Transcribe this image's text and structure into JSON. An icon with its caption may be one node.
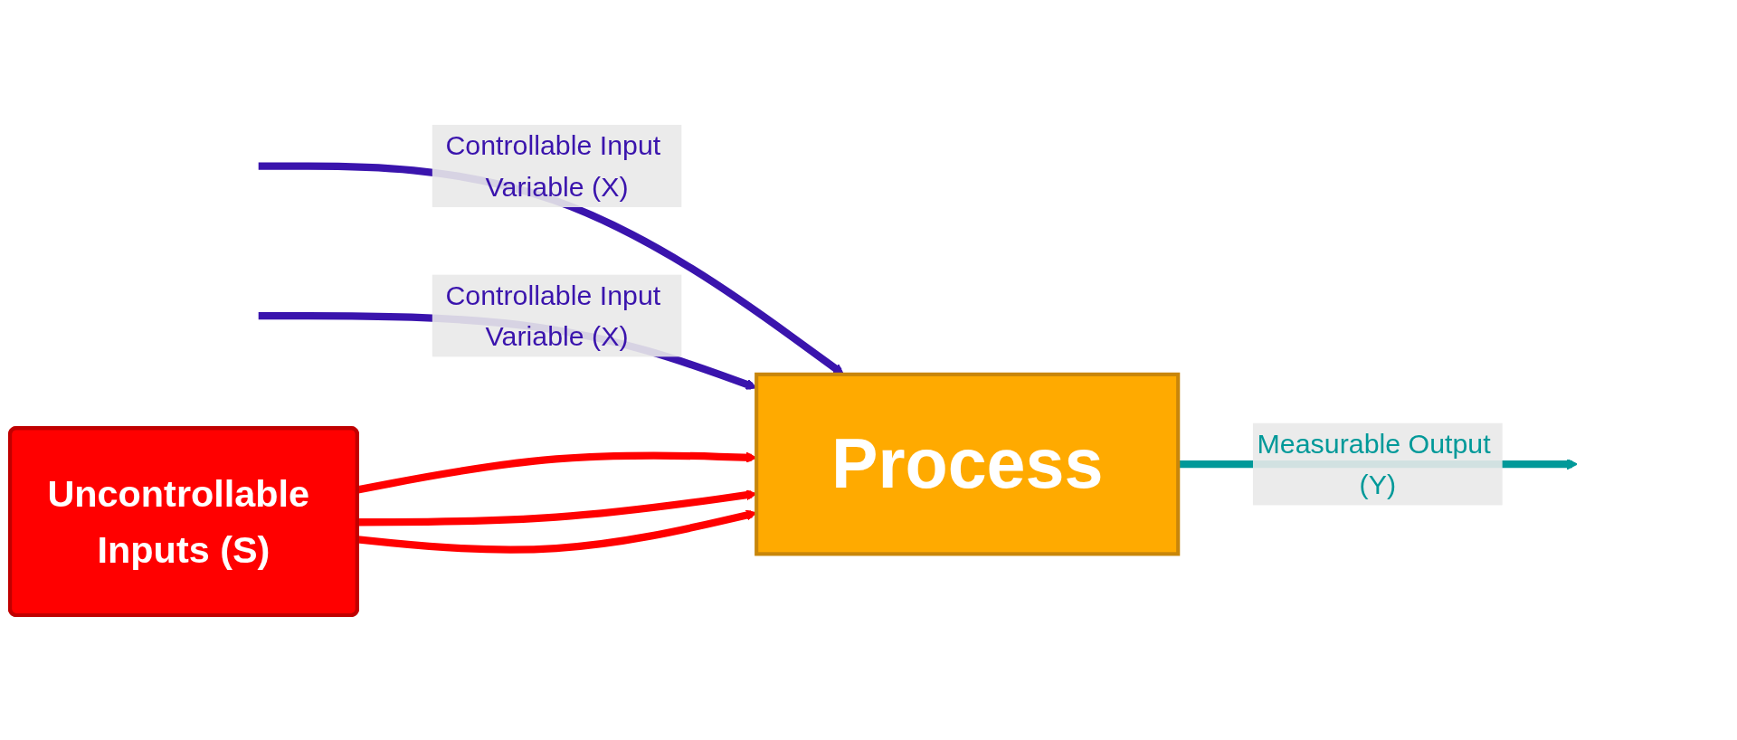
{
  "diagram": {
    "nodes": [
      {
        "text": [
          "Process"
        ]
      },
      {
        "text": [
          "Uncontrollable Inputs (S)"
        ]
      }
    ],
    "edges": [
      {
        "from": null,
        "to": 0,
        "arrow": "to",
        "label": "Controllable Input Variable (X)",
        "color": "#3a14ad"
      },
      {
        "from": null,
        "to": 0,
        "arrow": "to",
        "label": "Controllable Input Variable (X)",
        "color": "#3a14ad"
      },
      {
        "from": 0,
        "to": null,
        "arrow": "to",
        "label": "Measurable Output (Y)",
        "color": "#009999"
      },
      {
        "from": 1,
        "to": 0,
        "arrow": "to",
        "color": "#ff0000"
      },
      {
        "from": 1,
        "to": 0,
        "arrow": "to",
        "color": "#ff0000"
      },
      {
        "from": 1,
        "to": 0,
        "arrow": "to",
        "color": "#ff0000"
      }
    ]
  }
}
